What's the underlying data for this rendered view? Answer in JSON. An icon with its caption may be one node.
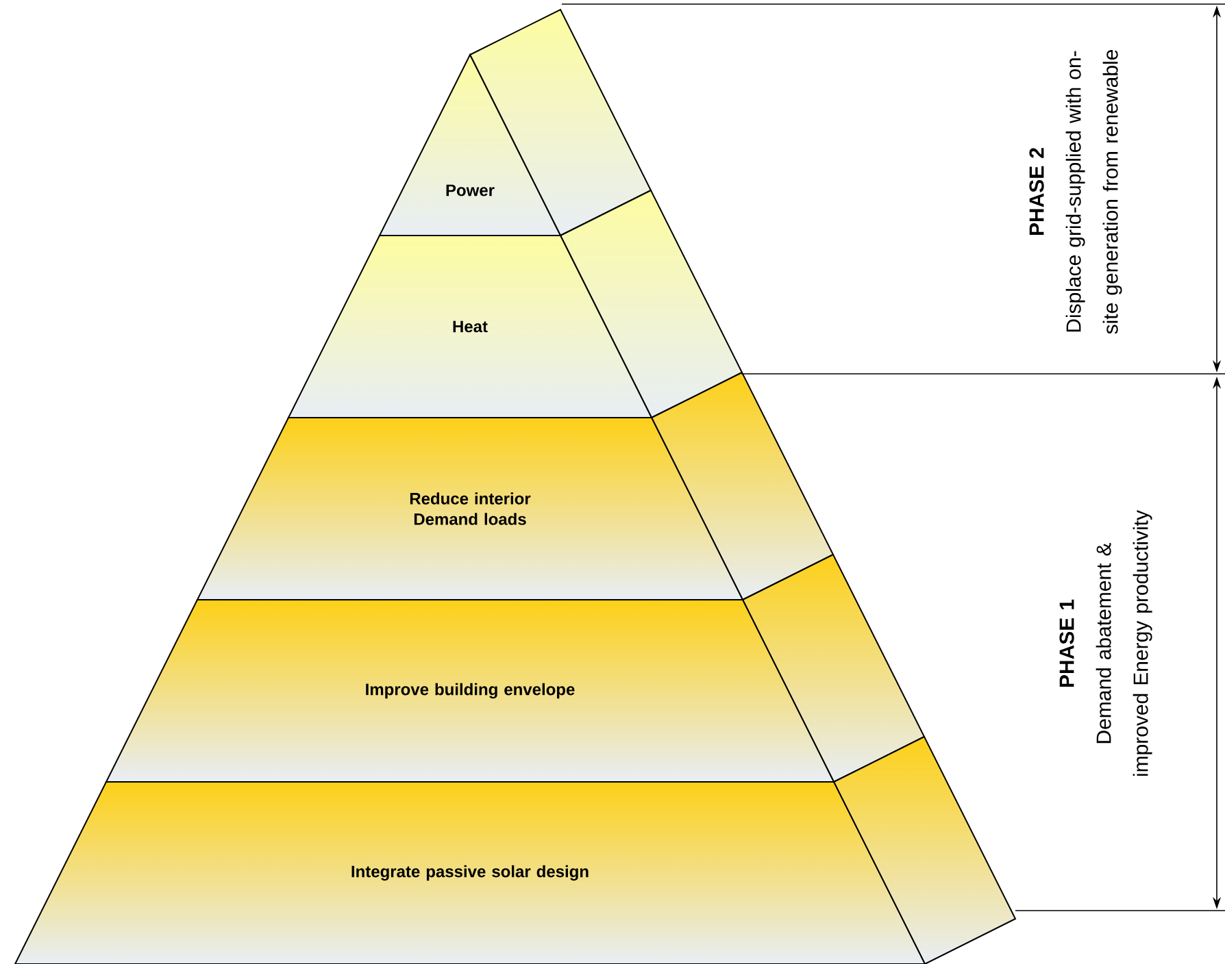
{
  "diagram": {
    "nodes": [
      {
        "text": [
          "Power"
        ]
      },
      {
        "text": [
          "Heat"
        ]
      },
      {
        "text": [
          "Reduce interior Demand loads"
        ]
      },
      {
        "text": [
          "Improve building envelope"
        ]
      },
      {
        "text": [
          "Integrate passive solar design"
        ]
      }
    ],
    "labels": [
      "PHASE 2",
      "Displace grid-supplied with on-site generation from renewable",
      "PHASE 1",
      "Demand abatement & improved Energy productivity"
    ]
  }
}
